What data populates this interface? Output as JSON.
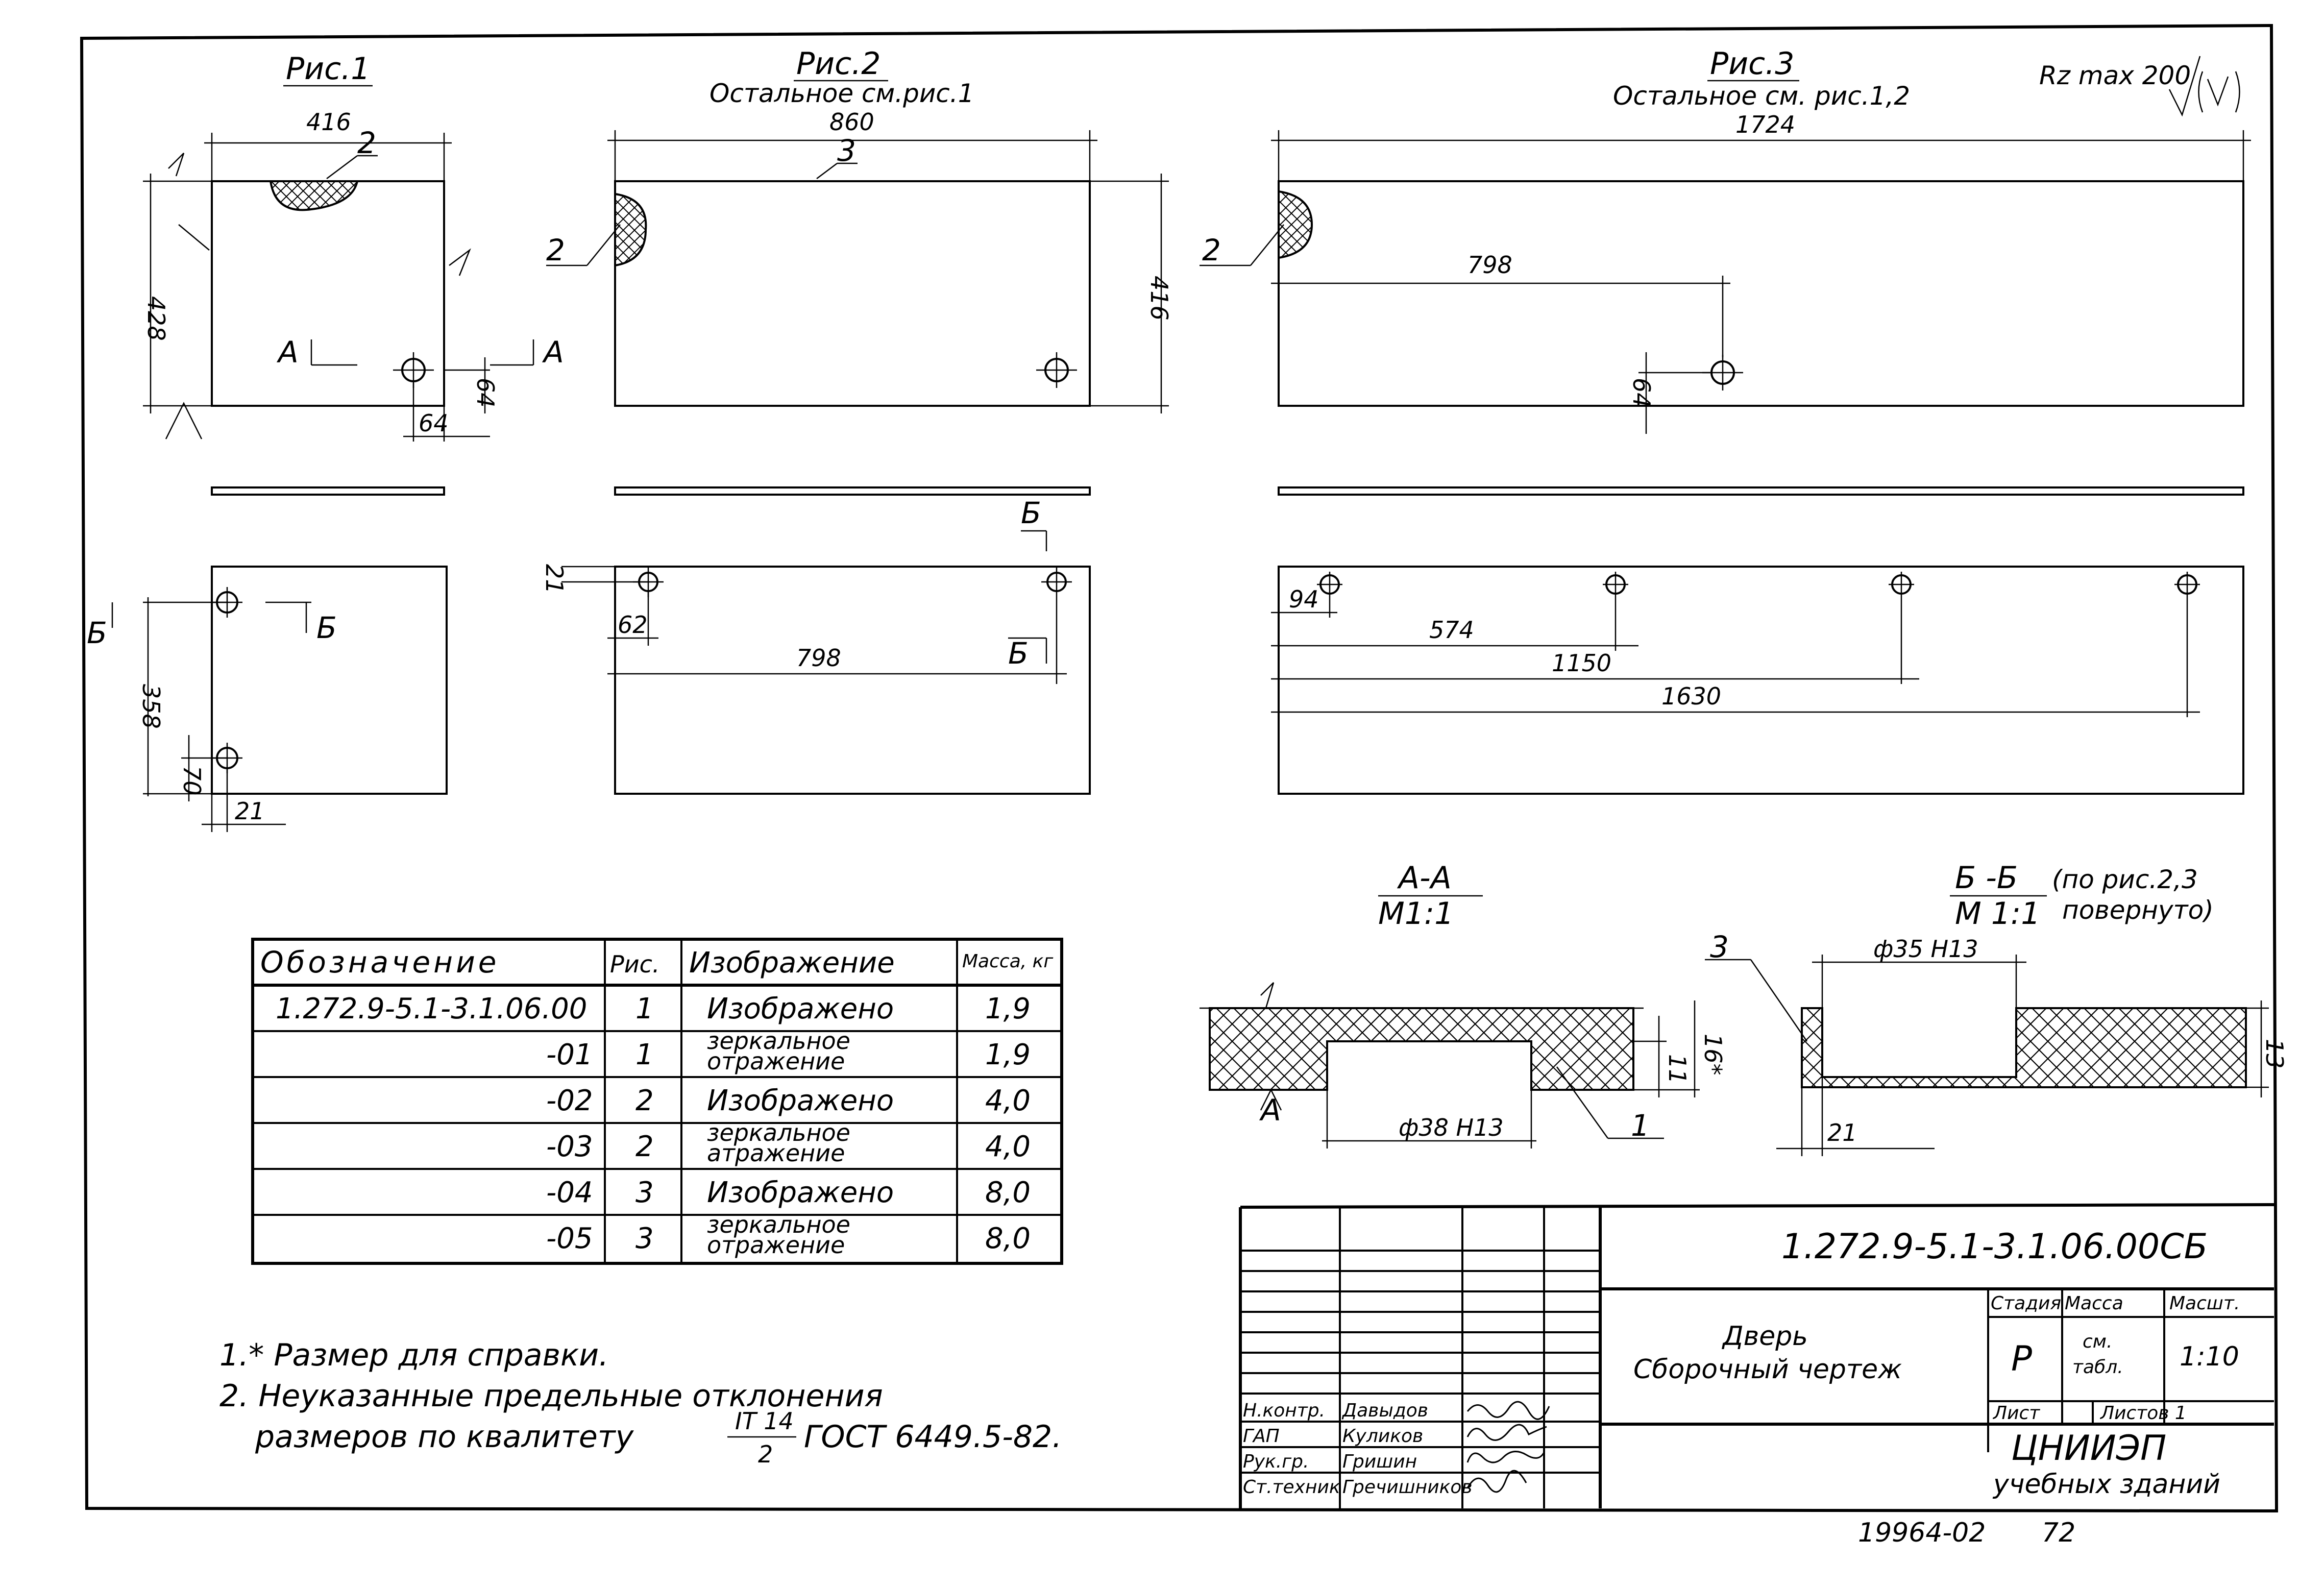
{
  "figures": {
    "fig1": {
      "title": "Рис.1"
    },
    "fig2": {
      "title": "Рис.2",
      "subtitle": "Остальное см.рис.1"
    },
    "fig3": {
      "title": "Рис.3",
      "subtitle": "Остальное см. рис.1,2"
    }
  },
  "roughness": "Rz max 200",
  "dimensions": {
    "f1_width": "416",
    "f1_height": "428",
    "f1_hole_v": "64",
    "f1_hole_h": "64",
    "f1_bottom_v": "358",
    "f1_bottom_70": "70",
    "f1_bottom_21": "21",
    "f2_width": "860",
    "f2_height": "416",
    "f2_21": "21",
    "f2_62": "62",
    "f2_798": "798",
    "f3_width": "1724",
    "f3_798": "798",
    "f3_64": "64",
    "f3_94": "94",
    "f3_574": "574",
    "f3_1150": "1150",
    "f3_1630": "1630",
    "secA_d": "ф38 H13",
    "secA_11": "11",
    "secA_16": "16*",
    "secB_d": "ф35 H13",
    "secB_13": "13",
    "secB_21": "21"
  },
  "labels": {
    "pos1": "1",
    "pos2": "2",
    "pos3": "3",
    "A": "А",
    "B": "Б"
  },
  "sections": {
    "a_title": "А-А",
    "a_scale": "М1:1",
    "b_title": "Б -Б",
    "b_note1": "(по рис.2,3",
    "b_scale": "М 1:1",
    "b_note2": "повернуто)"
  },
  "table": {
    "headers": [
      "Обозначение",
      "Рис.",
      "Изображение",
      "Масса, кг"
    ],
    "rows": [
      {
        "code": "1.272.9-5.1-3.1.06.00",
        "fig": "1",
        "image": "Изображено",
        "image2": "",
        "mass": "1,9"
      },
      {
        "code": "-01",
        "fig": "1",
        "image": "зеркальное",
        "image2": "отражение",
        "mass": "1,9"
      },
      {
        "code": "-02",
        "fig": "2",
        "image": "Изображено",
        "image2": "",
        "mass": "4,0"
      },
      {
        "code": "-03",
        "fig": "2",
        "image": "зеркальное",
        "image2": "атражение",
        "mass": "4,0"
      },
      {
        "code": "-04",
        "fig": "3",
        "image": "Изображено",
        "image2": "",
        "mass": "8,0"
      },
      {
        "code": "-05",
        "fig": "3",
        "image": "зеркальное",
        "image2": "отражение",
        "mass": "8,0"
      }
    ]
  },
  "notes": {
    "n1": "1.* Размер для справки.",
    "n2a": "2. Неуказанные предельные отклонения",
    "n2b": "размеров по квалитету",
    "n2_frac_top": "IT 14",
    "n2_frac_bot": "2",
    "n2c": "ГОСТ 6449.5-82."
  },
  "stamp": {
    "code": "1.272.9-5.1-3.1.06.00СБ",
    "name1": "Дверь",
    "name2": "Сборочный чертеж",
    "stage_h": "Стадия",
    "mass_h": "Масса",
    "scale_h": "Масшт.",
    "stage": "Р",
    "mass1": "см.",
    "mass2": "табл.",
    "scale": "1:10",
    "sheet": "Лист",
    "sheets": "Листов 1",
    "org1": "ЦНИИЭП",
    "org2": "учебных зданий",
    "roles": [
      "Н.контр.",
      "ГАП",
      "Рук.гр.",
      "Ст.техник"
    ],
    "names": [
      "Давыдов",
      "Куликов",
      "Гришин",
      "Гречишников"
    ]
  },
  "footer": {
    "archive": "19964-02",
    "page": "72"
  }
}
